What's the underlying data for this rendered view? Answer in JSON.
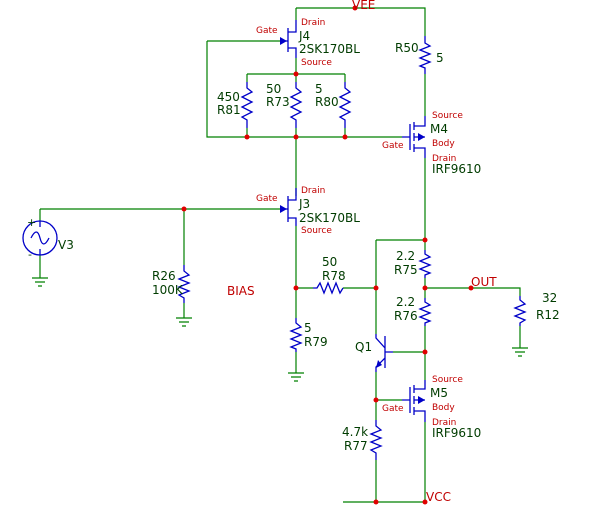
{
  "nets": {
    "vee": "VEE",
    "vcc": "VCC",
    "out": "OUT",
    "bias": "BIAS"
  },
  "components": {
    "J4": {
      "name": "J4",
      "part": "2SK170BL",
      "pin_gate": "Gate",
      "pin_drain": "Drain",
      "pin_source": "Source"
    },
    "J3": {
      "name": "J3",
      "part": "2SK170BL",
      "pin_gate": "Gate",
      "pin_drain": "Drain",
      "pin_source": "Source"
    },
    "M4": {
      "name": "M4",
      "part": "IRF9610",
      "pin_source": "Source",
      "pin_gate": "Gate",
      "pin_body": "Body",
      "pin_drain": "Drain"
    },
    "M5": {
      "name": "M5",
      "part": "IRF9610",
      "pin_source": "Source",
      "pin_gate": "Gate",
      "pin_body": "Body",
      "pin_drain": "Drain"
    },
    "Q1": {
      "name": "Q1"
    },
    "V3": {
      "name": "V3"
    },
    "R50": {
      "name": "R50",
      "value": "5"
    },
    "R81": {
      "name": "R81",
      "value": "450"
    },
    "R73": {
      "name": "R73",
      "value": "50"
    },
    "R80": {
      "name": "R80",
      "value": "5"
    },
    "R26": {
      "name": "R26",
      "value": "100K"
    },
    "R78": {
      "name": "R78",
      "value": "50"
    },
    "R79": {
      "name": "R79",
      "value": "5"
    },
    "R75": {
      "name": "R75",
      "value": "2.2"
    },
    "R76": {
      "name": "R76",
      "value": "2.2"
    },
    "R12": {
      "name": "R12",
      "value": "32"
    },
    "R77": {
      "name": "R77",
      "value": "4.7k"
    }
  },
  "colors": {
    "wire": "#008000",
    "component": "#0000c8",
    "junction": "#e00000",
    "label": "#003c00",
    "pin_label": "#c00000"
  }
}
